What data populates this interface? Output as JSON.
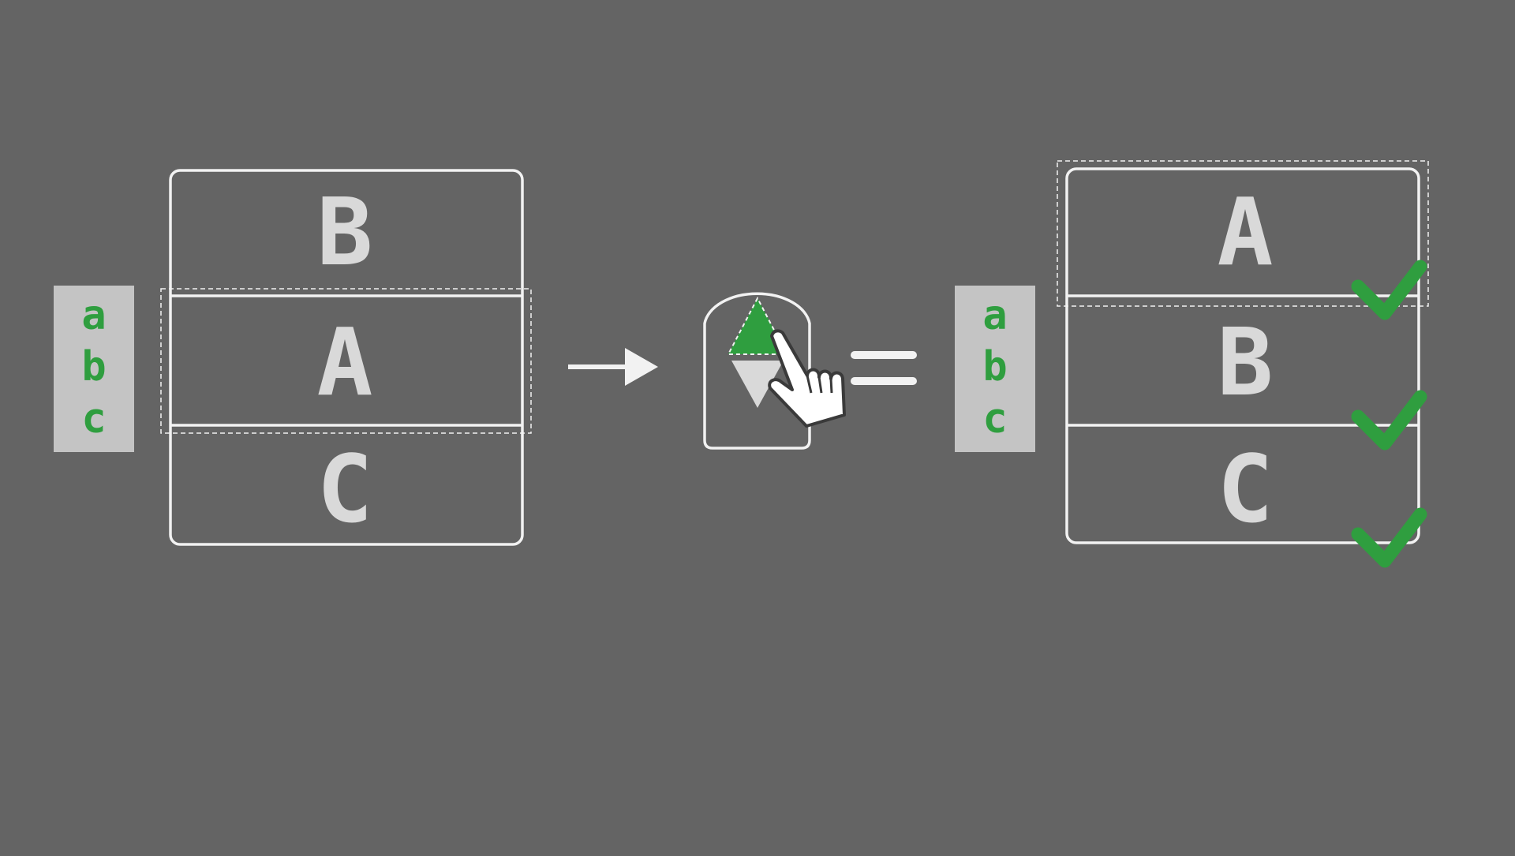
{
  "left_sort_key": {
    "letters": [
      "a",
      "b",
      "c"
    ]
  },
  "left_list": {
    "rows": [
      "B",
      "A",
      "C"
    ]
  },
  "right_sort_key": {
    "letters": [
      "a",
      "b",
      "c"
    ]
  },
  "right_list": {
    "rows": [
      "A",
      "B",
      "C"
    ]
  },
  "colors": {
    "background": "#646464",
    "accent_green": "#2f9e3f",
    "key_panel": "#c4c4c4",
    "outline": "#f2f2f2",
    "letter": "#d9d9d9"
  },
  "icons": {
    "arrow": "arrow-right-icon",
    "sort_button": "sort-ascending-button-icon",
    "pointer": "pointing-hand-cursor-icon",
    "equals": "equals-icon",
    "check": "checkmark-icon"
  }
}
